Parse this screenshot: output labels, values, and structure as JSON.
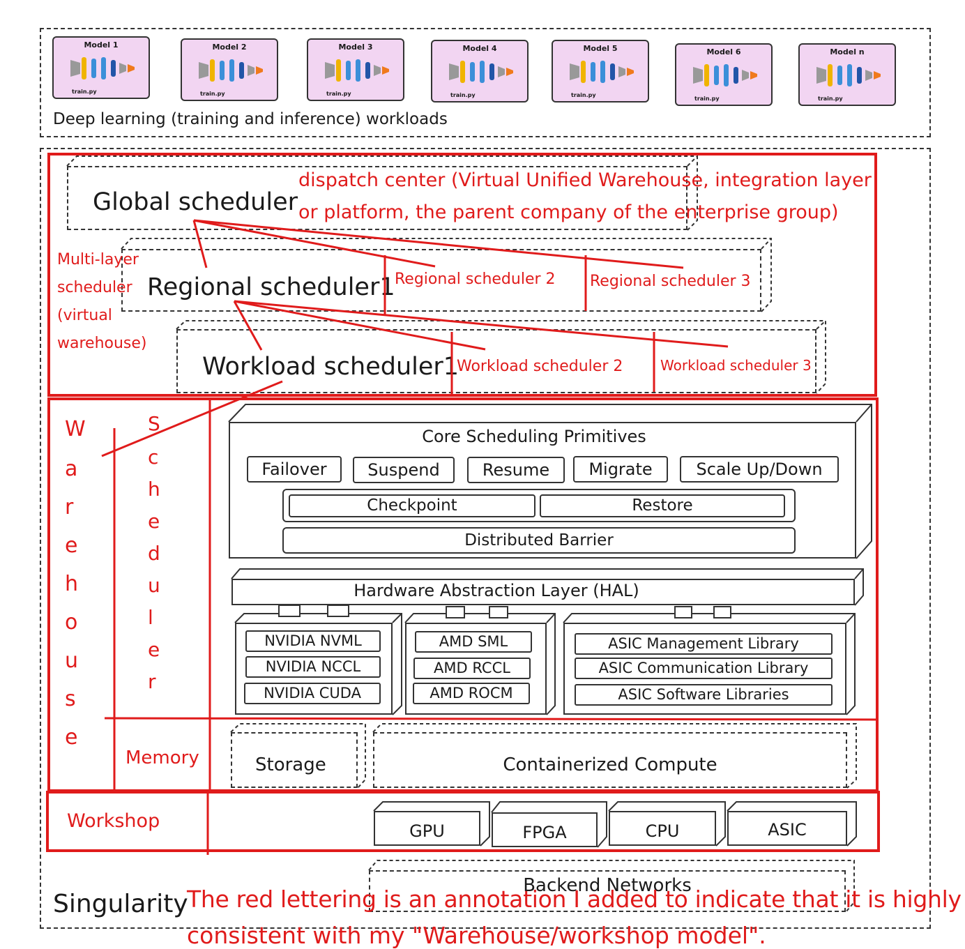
{
  "workloads": {
    "models": [
      {
        "title": "Model 1",
        "file": "train.py"
      },
      {
        "title": "Model 2",
        "file": "train.py"
      },
      {
        "title": "Model 3",
        "file": "train.py"
      },
      {
        "title": "Model 4",
        "file": "train.py"
      },
      {
        "title": "Model 5",
        "file": "train.py"
      },
      {
        "title": "Model 6",
        "file": "train.py"
      },
      {
        "title": "Model n",
        "file": "train.py"
      }
    ],
    "caption": "Deep learning (training and inference) workloads"
  },
  "schedulers": {
    "global": "Global scheduler",
    "regional_1": "Regional scheduler1",
    "regional_2": "Regional scheduler 2",
    "regional_3": "Regional scheduler 3",
    "workload_1": "Workload scheduler1",
    "workload_2": "Workload scheduler 2",
    "workload_3": "Workload scheduler 3"
  },
  "annotations": {
    "dispatch_line1": "dispatch center (Virtual Unified Warehouse, integration layer",
    "dispatch_line2": "or platform, the parent company of the enterprise group)",
    "multilayer": [
      "Multi-layer",
      "scheduler",
      "(virtual",
      "warehouse)"
    ],
    "warehouse_letters": [
      "W",
      "a",
      "r",
      "e",
      "h",
      "o",
      "u",
      "s",
      "e"
    ],
    "scheduler_letters": [
      "S",
      "c",
      "h",
      "e",
      "d",
      "u",
      "l",
      "e",
      "r"
    ],
    "memory": "Memory",
    "workshop": "Workshop",
    "note_line1": "The red lettering is an annotation I added to indicate that it is highly",
    "note_line2": "consistent with my \"Warehouse/workshop model\"."
  },
  "core": {
    "title": "Core Scheduling Primitives",
    "buttons": [
      "Failover",
      "Suspend",
      "Resume",
      "Migrate",
      "Scale Up/Down"
    ],
    "checkpoint": "Checkpoint",
    "restore": "Restore",
    "barrier": "Distributed Barrier"
  },
  "hal": {
    "title": "Hardware Abstraction Layer (HAL)",
    "nvidia": [
      "NVIDIA NVML",
      "NVIDIA NCCL",
      "NVIDIA CUDA"
    ],
    "amd": [
      "AMD SML",
      "AMD RCCL",
      "AMD ROCM"
    ],
    "asic": [
      "ASIC Management Library",
      "ASIC Communication Library",
      "ASIC Software Libraries"
    ]
  },
  "infra": {
    "storage": "Storage",
    "compute": "Containerized Compute",
    "hardware": [
      "GPU",
      "FPGA",
      "CPU",
      "ASIC"
    ],
    "network": "Backend Networks",
    "brand": "Singularity"
  }
}
